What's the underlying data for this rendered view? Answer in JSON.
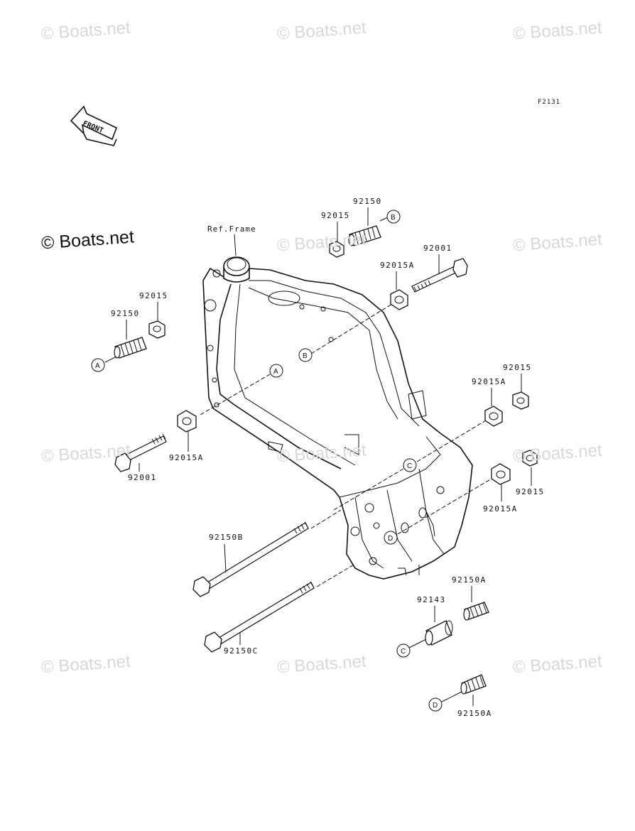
{
  "watermark": {
    "text": "© Boats.net",
    "large_text": "© Boats.net"
  },
  "figure_id": "F2131",
  "front_arrow": {
    "label": "FRONT"
  },
  "ref_label": "Ref.Frame",
  "callouts": {
    "A": "A",
    "B": "B",
    "C": "C",
    "D": "D"
  },
  "part_labels": {
    "p92150_top": "92150",
    "p92015_top": "92015",
    "p92001_top": "92001",
    "p92015A_top": "92015A",
    "p92015_left": "92015",
    "p92150_left": "92150",
    "p92015A_left": "92015A",
    "p92001_left": "92001",
    "p92015_right_top": "92015",
    "p92015A_right_top": "92015A",
    "p92015_right_mid": "92015",
    "p92015A_right_mid": "92015A",
    "p92150B": "92150B",
    "p92150C": "92150C",
    "p92150A_top": "92150A",
    "p92143": "92143",
    "p92150A_bottom": "92150A"
  },
  "colors": {
    "line": "#111111",
    "watermark": "#d8d8d8",
    "background": "#ffffff"
  }
}
